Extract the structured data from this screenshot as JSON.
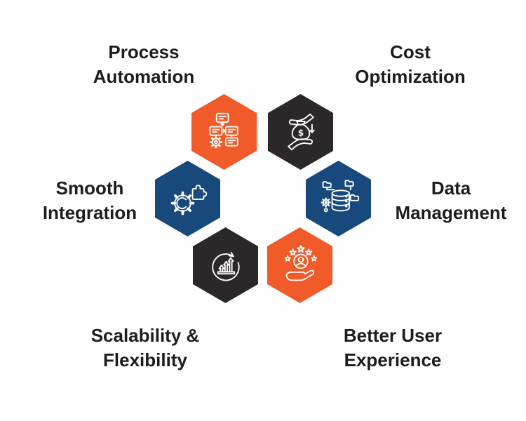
{
  "colors": {
    "orange": "#F15A29",
    "blue": "#17497C",
    "dark": "#2B2829",
    "text": "#1E1C1E",
    "background": "#FEFEFE",
    "icon_stroke": "#FFFFFF"
  },
  "hexagons": [
    {
      "label": "Process Automation",
      "icon": "flowchart-icon",
      "color": "orange"
    },
    {
      "label": "Cost Optimization",
      "icon": "money-savings-icon",
      "color": "dark"
    },
    {
      "label": "Smooth Integration",
      "icon": "gear-puzzle-icon",
      "color": "blue"
    },
    {
      "label": "Data Management",
      "icon": "database-icon",
      "color": "blue"
    },
    {
      "label": "Scalability & Flexibility",
      "icon": "growth-arrows-icon",
      "color": "dark"
    },
    {
      "label": "Better User Experience",
      "icon": "user-rating-icon",
      "color": "orange"
    }
  ]
}
